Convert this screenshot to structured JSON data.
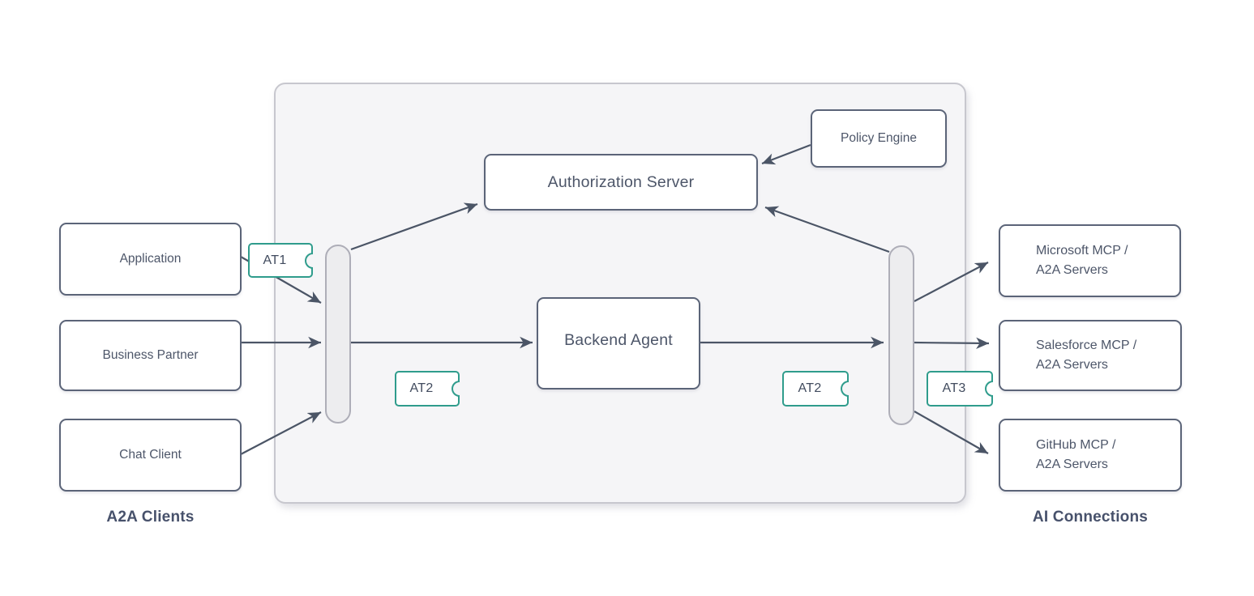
{
  "diagram": {
    "nodes": {
      "application": {
        "label": "Application"
      },
      "business_partner": {
        "label": "Business Partner"
      },
      "chat_client": {
        "label": "Chat Client"
      },
      "authorization_server": {
        "label": "Authorization Server"
      },
      "policy_engine": {
        "label": "Policy Engine"
      },
      "backend_agent": {
        "label": "Backend Agent"
      },
      "microsoft": {
        "line1": "Microsoft MCP /",
        "line2": "A2A Servers"
      },
      "salesforce": {
        "line1": "Salesforce MCP /",
        "line2": "A2A Servers"
      },
      "github": {
        "line1": "GitHub MCP /",
        "line2": "A2A Servers"
      }
    },
    "tokens": {
      "at1": "AT1",
      "at2_left": "AT2",
      "at2_right": "AT2",
      "at3": "AT3"
    },
    "group_labels": {
      "left": "A2A Clients",
      "right": "AI Connections"
    },
    "colors": {
      "token_border": "#2f9c8c",
      "node_border": "#5b6478",
      "arrow": "#4b5566",
      "container_bg": "#f5f5f7",
      "container_border": "#c7c7ce",
      "text": "#4d5669",
      "label": "#47516b"
    }
  }
}
